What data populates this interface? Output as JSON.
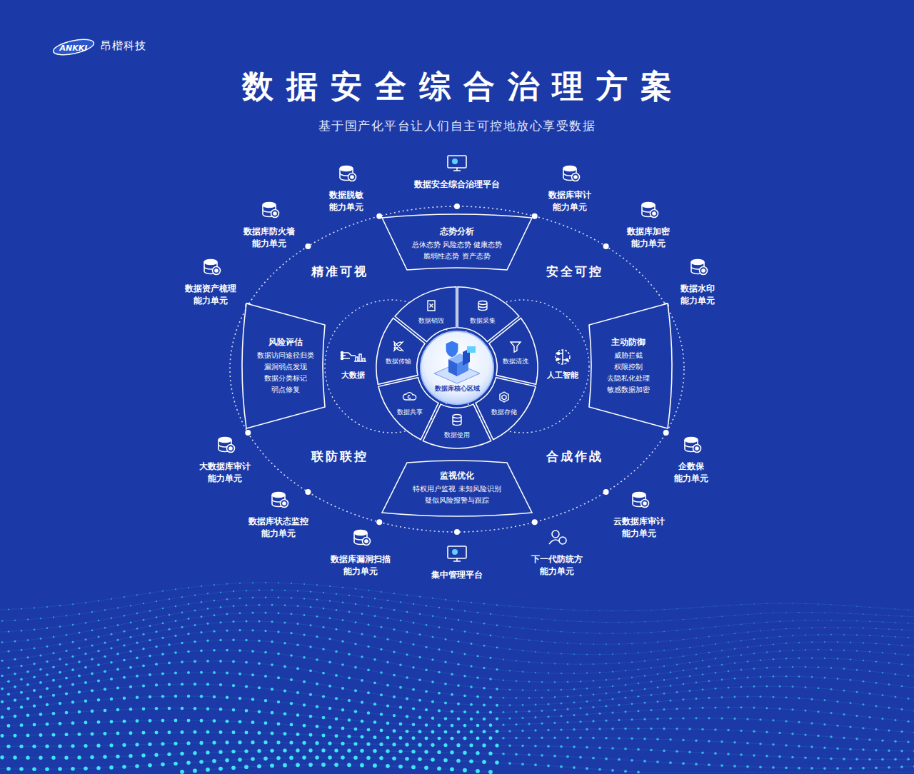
{
  "diagram": {
    "title": "数据安全综合治理方案",
    "caption": "基于国产化平台让人们自主可控地放心享受数据",
    "nodes": [
      {
        "text": [
          "态势分析",
          "总体态势 风险态势 健康态势 脆弱性态势 资产态势"
        ]
      },
      {
        "text": [
          "风险评估",
          "数据访问途径归类 漏洞弱点发现 数据分类标记 弱点修复"
        ]
      },
      {
        "text": [
          "主动防御",
          "威胁拦截 权限控制 去隐私化处理 敏感数据加密"
        ]
      },
      {
        "text": [
          "监视优化",
          "特权用户监视 未知风险识别 疑似风险报警与跟踪"
        ]
      },
      {
        "text": [
          "大数据"
        ]
      },
      {
        "text": [
          "人工智能"
        ]
      },
      {
        "text": [
          "数据销毁"
        ]
      },
      {
        "text": [
          "数据采集"
        ]
      },
      {
        "text": [
          "数据清洗"
        ]
      },
      {
        "text": [
          "数据存储"
        ]
      },
      {
        "text": [
          "数据使用"
        ]
      },
      {
        "text": [
          "数据共享"
        ]
      },
      {
        "text": [
          "数据传输"
        ]
      },
      {
        "text": [
          "数据库核心区域"
        ]
      }
    ],
    "labels": [
      "ANKKI",
      "昂楷科技",
      "精准可视",
      "安全可控",
      "联防联控",
      "合成作战",
      "数据安全综合治理平台",
      "数据脱敏 能力单元",
      "数据库审计 能力单元",
      "数据库防火墙 能力单元",
      "数据库加密 能力单元",
      "数据资产梳理 能力单元",
      "数据水印 能力单元",
      "大数据库审计 能力单元",
      "企数保 能力单元",
      "数据库状态监控 能力单元",
      "云数据库审计 能力单元",
      "数据库漏洞扫描 能力单元",
      "下一代防统方 能力单元",
      "集中管理平台"
    ]
  }
}
